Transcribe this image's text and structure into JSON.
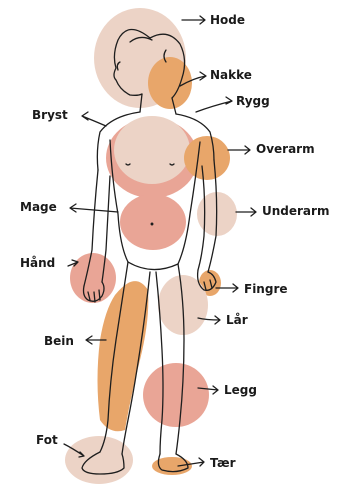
{
  "labels": {
    "hode": "Hode",
    "nakke": "Nakke",
    "rygg": "Rygg",
    "bryst": "Bryst",
    "overarm": "Overarm",
    "mage": "Mage",
    "underarm": "Underarm",
    "hand": "Hånd",
    "fingre": "Fingre",
    "lar": "Lår",
    "bein": "Bein",
    "legg": "Legg",
    "fot": "Fot",
    "taer": "Tær"
  },
  "colors": {
    "light_pink": "#ecd3c6",
    "salmon": "#e9a596",
    "orange": "#e8a66a",
    "outline": "#1e1e1e"
  }
}
